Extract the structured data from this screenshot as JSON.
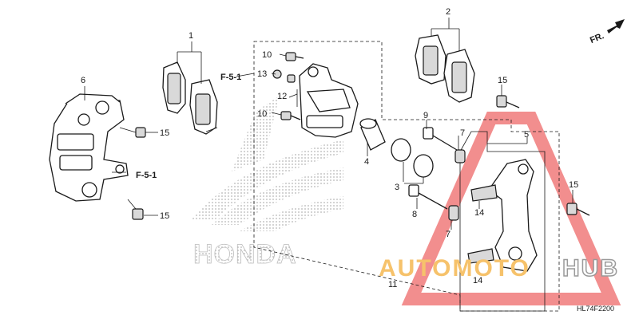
{
  "callouts": {
    "c1": "1",
    "c2": "2",
    "c3": "3",
    "c4": "4",
    "c5": "5",
    "c6": "6",
    "c7a": "7",
    "c7b": "7",
    "c8": "8",
    "c9": "9",
    "c10a": "10",
    "c10b": "10",
    "c11": "11",
    "c12": "12",
    "c13": "13",
    "c14a": "14",
    "c14b": "14",
    "c15a": "15",
    "c15b": "15",
    "c15c": "15",
    "c15d": "15"
  },
  "refs": {
    "f51_top": "F-5-1",
    "f51_left": "F-5-1"
  },
  "direction_label": "FR.",
  "diagram_code": "HL74F2200",
  "watermarks": {
    "logo_text": "HONDA",
    "brand_prefix": "AUTOMOTO",
    "brand_suffix": "HUB"
  },
  "colors": {
    "line": "#1a1a1a",
    "watermark_red": "#f07a7a",
    "watermark_orange": "#f6c26b",
    "watermark_gray": "#9a9a9a"
  }
}
